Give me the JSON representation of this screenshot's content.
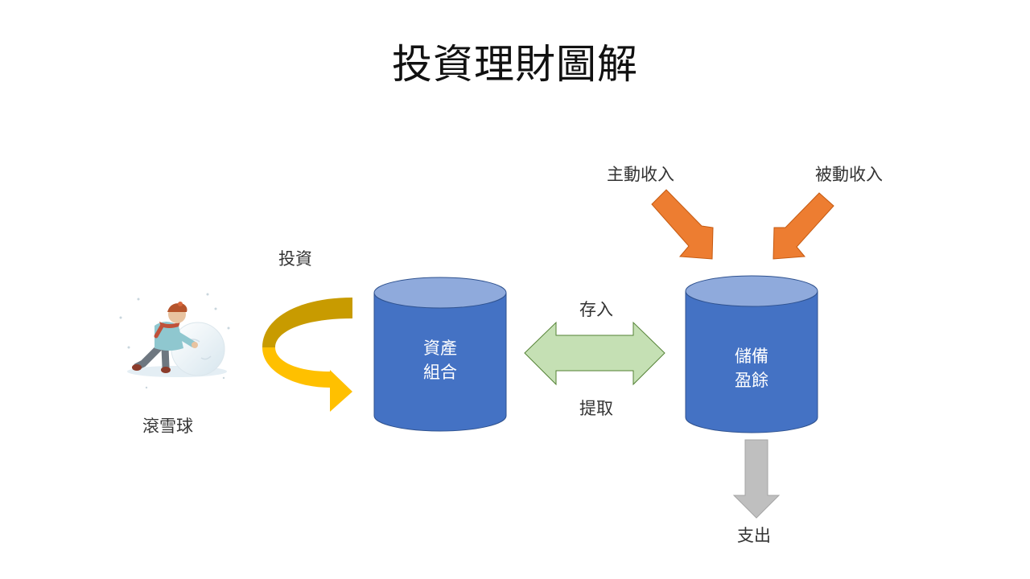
{
  "title": "投資理財圖解",
  "labels": {
    "invest": "投資",
    "snowball": "滾雪球",
    "deposit": "存入",
    "withdraw": "提取",
    "active_income": "主動收入",
    "passive_income": "被動收入",
    "expense": "支出"
  },
  "cylinders": {
    "assets": [
      "資產",
      "組合"
    ],
    "reserve": [
      "儲備",
      "盈餘"
    ]
  },
  "colors": {
    "cylinder_body": "#4472c4",
    "cylinder_top": "#8faadc",
    "income_arrow": "#ed7d31",
    "exchange_arrow": "#c5e0b4",
    "expense_arrow": "#bfbfbf",
    "curved_arrow_dark": "#c89b00",
    "curved_arrow_light": "#ffc000"
  }
}
